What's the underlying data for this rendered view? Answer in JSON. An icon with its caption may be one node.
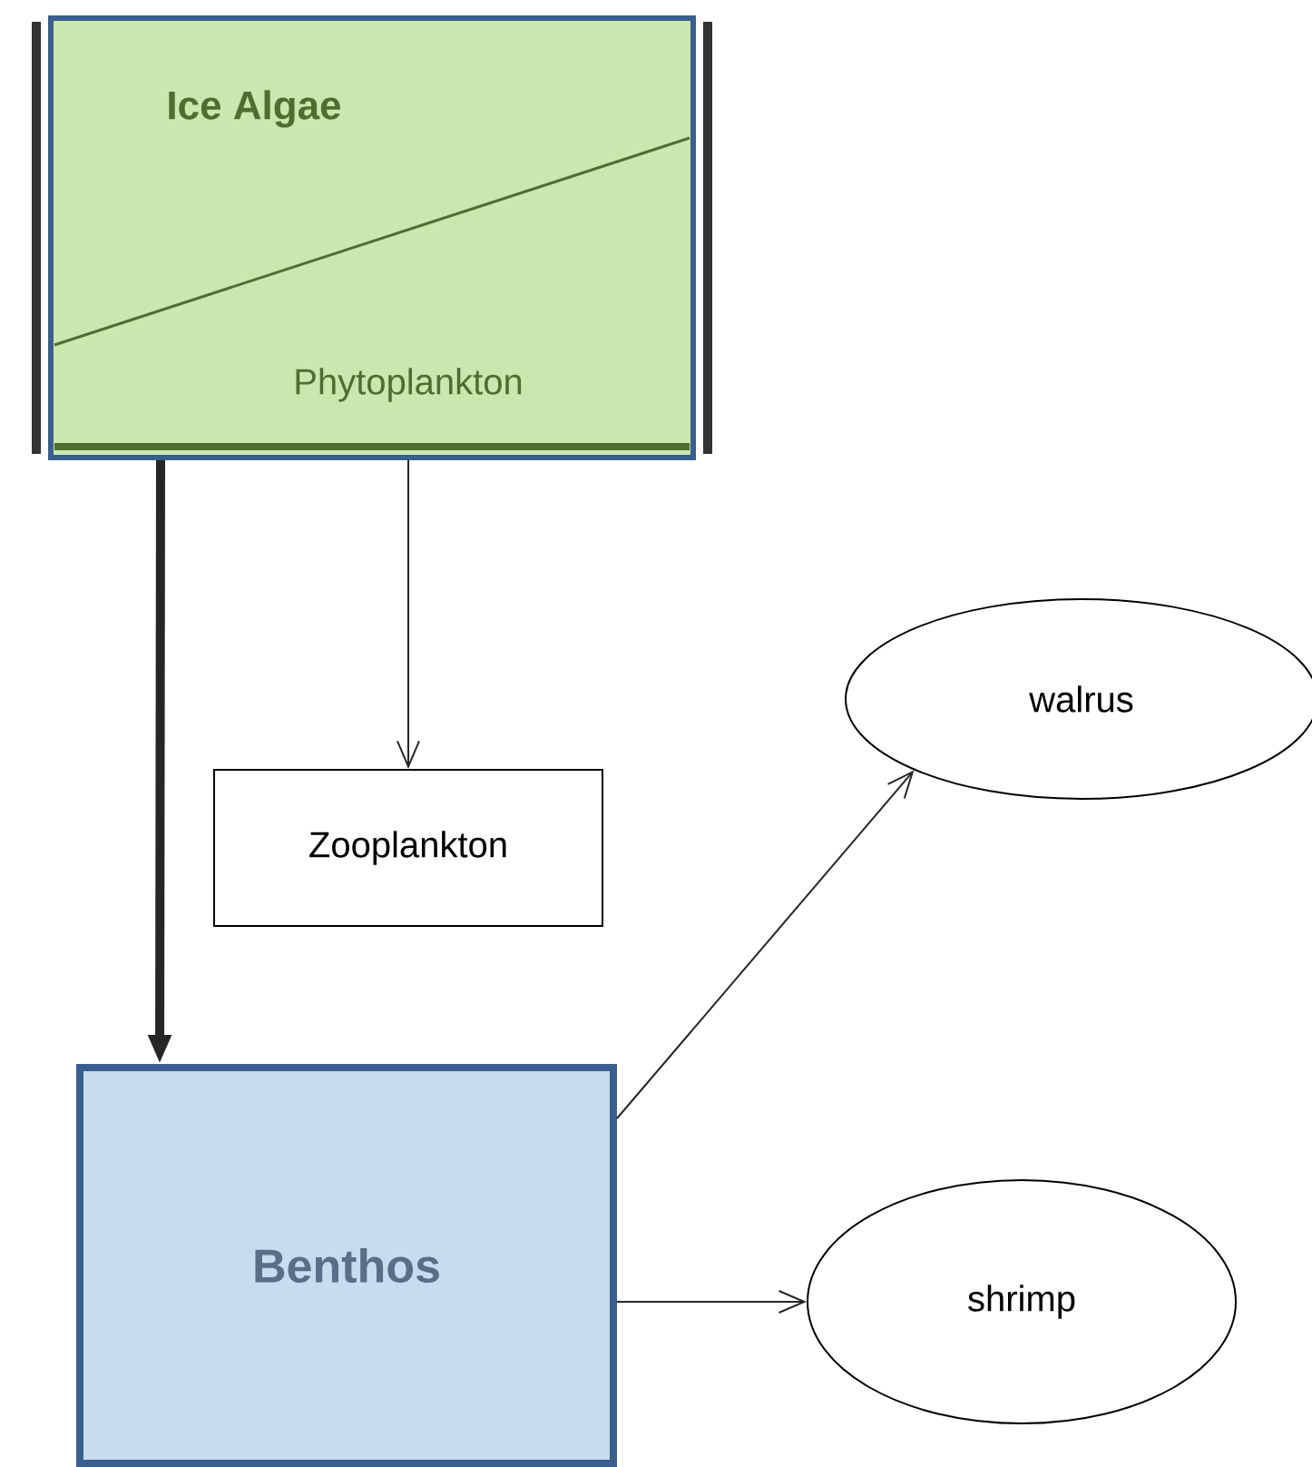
{
  "diagram": {
    "nodes": [
      {
        "text": [
          "Ice Algae",
          "Phytoplankton"
        ]
      },
      {
        "text": [
          "walrus"
        ]
      },
      {
        "text": [
          "Zooplankton"
        ]
      },
      {
        "text": [
          "Benthos"
        ]
      },
      {
        "text": [
          "shrimp"
        ]
      }
    ],
    "edges": [
      {
        "from": 0,
        "to": 3,
        "arrow": "to",
        "style": "thick"
      },
      {
        "from": 0,
        "to": 2,
        "arrow": "to"
      },
      {
        "from": 3,
        "to": 1,
        "arrow": "to"
      },
      {
        "from": 3,
        "to": 4,
        "arrow": "to"
      }
    ]
  }
}
